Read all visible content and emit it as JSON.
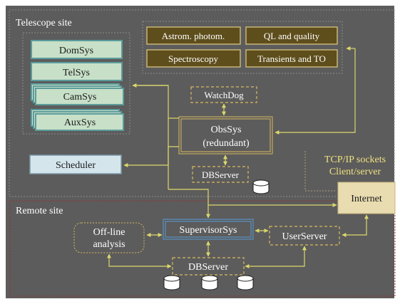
{
  "sections": {
    "telescope_site": "Telescope site",
    "remote_site": "Remote site"
  },
  "telescope": {
    "subsystems": [
      "DomSys",
      "TelSys",
      "CamSys",
      "AuxSys"
    ],
    "scheduler": "Scheduler",
    "pipelines": [
      "Astrom. photom.",
      "QL and quality",
      "Spectroscopy",
      "Transients and TO"
    ],
    "watchdog": "WatchDog",
    "obssys": [
      "ObsSys",
      "(redundant)"
    ],
    "dbserver": "DBServer"
  },
  "network": {
    "protocol": [
      "TCP/IP sockets",
      "Client/server"
    ],
    "internet": "Internet"
  },
  "remote": {
    "supervisor": "SupervisorSys",
    "offline": [
      "Off-line",
      "analysis"
    ],
    "userserver": "UserServer",
    "dbserver": "DBServer"
  },
  "colors": {
    "background": "#5c5c5c",
    "panel_border": "#8a8a8a",
    "remote_border": "#9a3030",
    "subsystem_fill": "#c8e0c8",
    "subsystem_border": "#5c9c9c",
    "scheduler_fill": "#d4e6ec",
    "pipeline_fill": "#5e4e1c",
    "pipeline_border": "#c8b478",
    "dashed": "#d8b860",
    "internet_fill": "#e8dcb0",
    "connector": "#dcd86c",
    "label_yellow": "#f0e080",
    "text_light": "#ffffff",
    "text_dark": "#1a1a1a",
    "supervisor_border": "#5a90c0"
  }
}
